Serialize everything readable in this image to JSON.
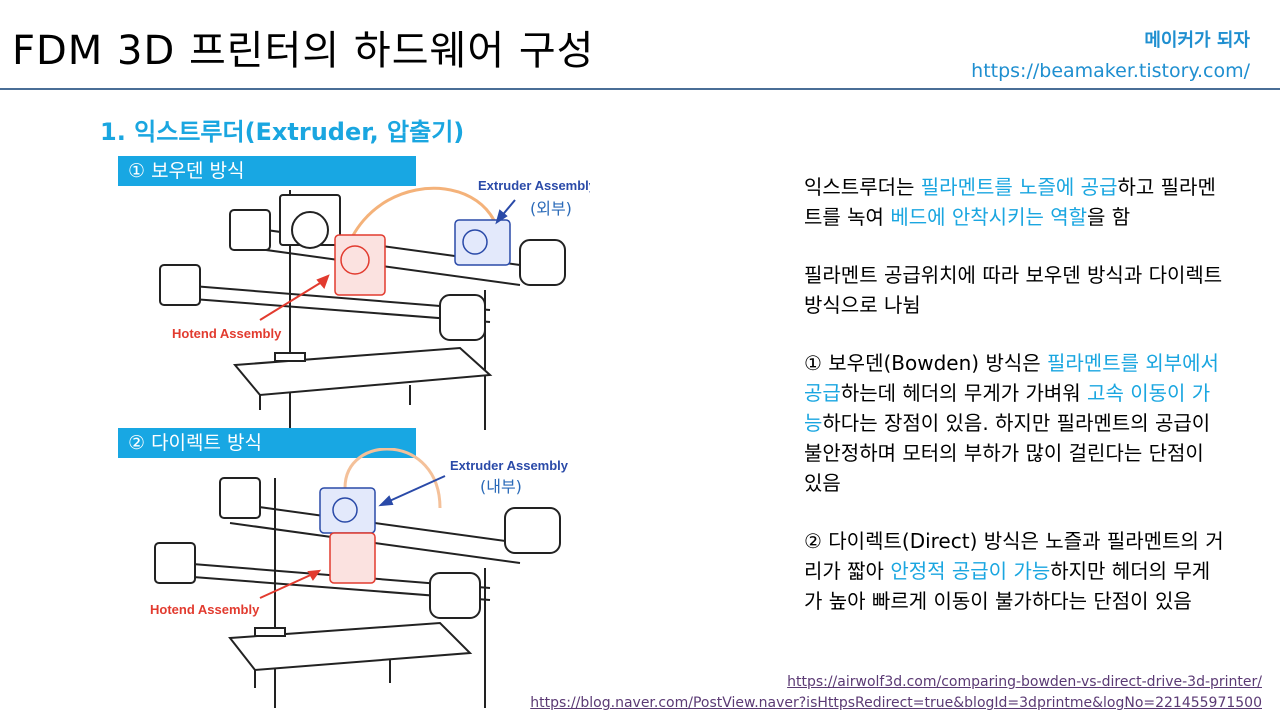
{
  "header": {
    "title": "FDM 3D 프린터의 하드웨어 구성",
    "brand_name": "메이커가 되자",
    "brand_url": "https://beamaker.tistory.com/"
  },
  "section": {
    "heading": "1. 익스트루더(Extruder, 압출기)"
  },
  "diagrams": [
    {
      "label": "① 보우덴 방식",
      "extruder_label": "Extruder Assembly",
      "extruder_position": "(외부)",
      "hotend_label": "Hotend Assembly"
    },
    {
      "label": "② 다이렉트 방식",
      "extruder_label": "Extruder Assembly",
      "extruder_position": "(내부)",
      "hotend_label": "Hotend Assembly"
    }
  ],
  "body": {
    "p1": {
      "t1": "익스트루더는 ",
      "h1": "필라멘트를 노즐에 공급",
      "t2": "하고 필라멘트를 녹여 ",
      "h2": "베드에 안착시키는 역할",
      "t3": "을 함"
    },
    "p2": "필라멘트 공급위치에 따라 보우덴 방식과 다이렉트 방식으로 나뉨",
    "p3": {
      "t1": "① 보우덴(Bowden) 방식은 ",
      "h1": "필라멘트를 외부에서 공급",
      "t2": "하는데 헤더의 무게가 가벼워 ",
      "h2": "고속 이동이 가능",
      "t3": "하다는 장점이 있음. 하지만 필라멘트의 공급이 불안정하며 모터의 부하가 많이 걸린다는 단점이 있음"
    },
    "p4": {
      "t1": "② 다이렉트(Direct) 방식은 노즐과 필라멘트의 거리가 짧아 ",
      "h1": "안정적 공급이 가능",
      "t2": "하지만 헤더의 무게가 높아 빠르게 이동이 불가하다는 단점이 있음"
    }
  },
  "references": [
    "https://airwolf3d.com/comparing-bowden-vs-direct-drive-3d-printer/",
    "https://blog.naver.com/PostView.naver?isHttpsRedirect=true&blogId=3dprintme&logNo=221455971500"
  ],
  "colors": {
    "accent": "#1aa6e0",
    "label_bar": "#18a7e3",
    "header_rule": "#4a6e96",
    "hotend_red": "#e23b2f",
    "extruder_blue": "#2a4aa8",
    "link": "#5b3a74"
  }
}
